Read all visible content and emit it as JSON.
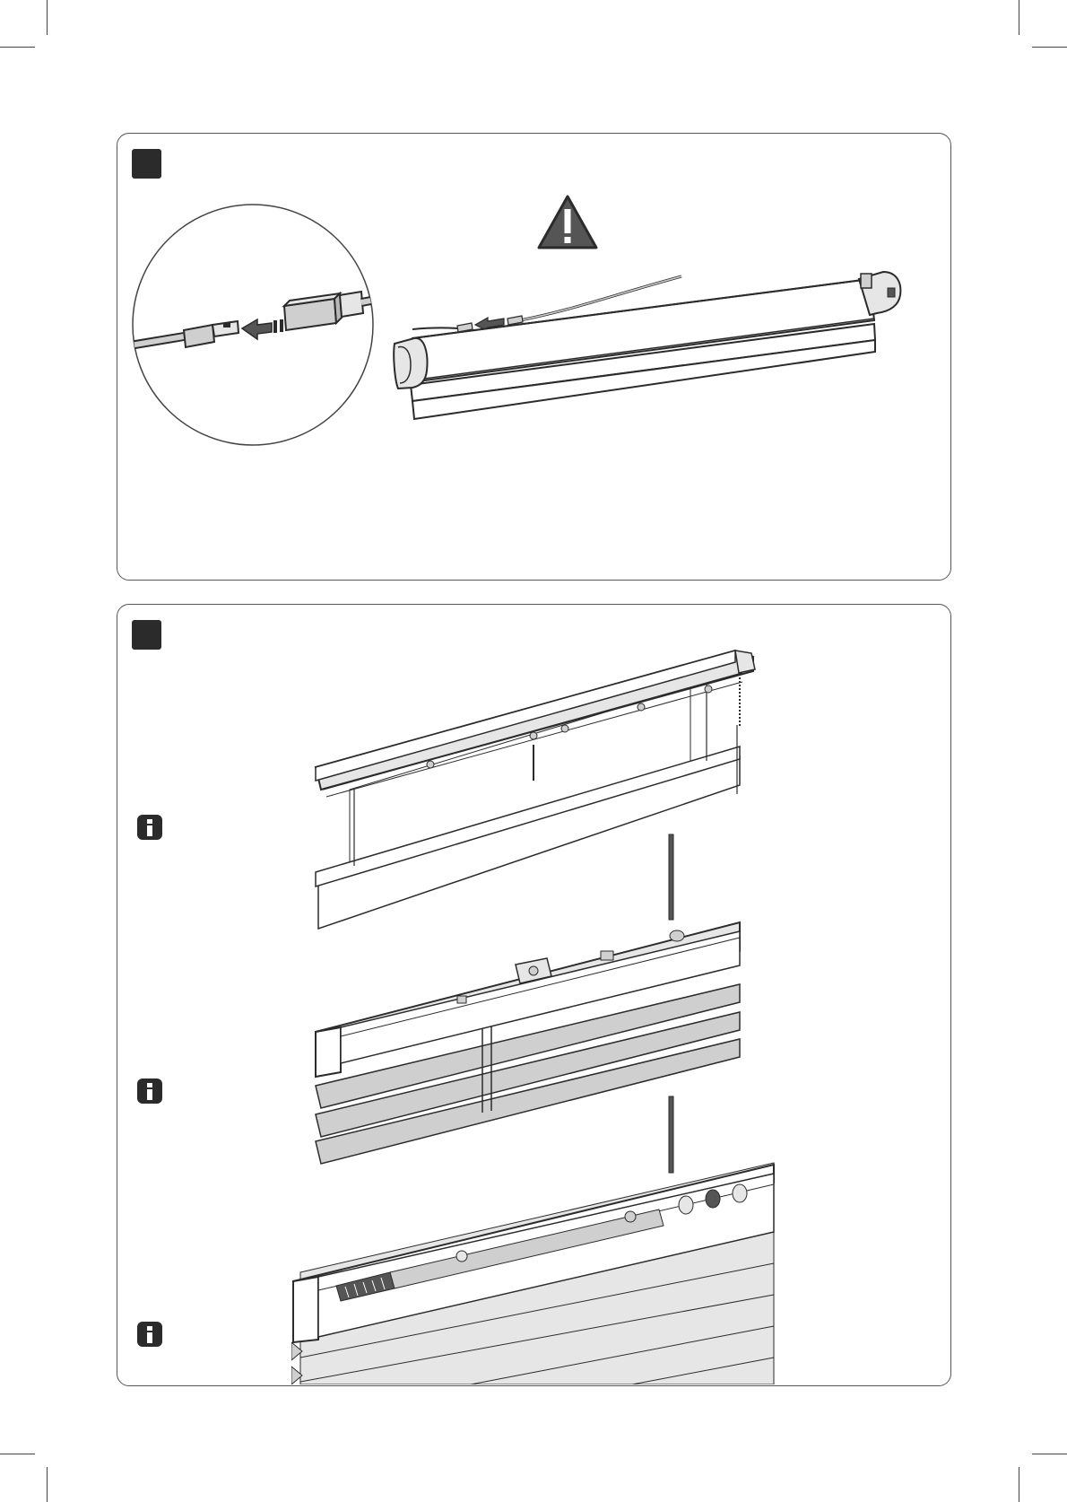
{
  "colors": {
    "line": "#2b2b2b",
    "fill_light": "#e6e6e6",
    "fill_mid": "#cfcfcf",
    "warning_fill": "#555555",
    "marker": "#2b2b2b"
  },
  "icons": {
    "warning": "warning-triangle-icon",
    "info": "info-icon",
    "arrow": "arrow-left-icon"
  },
  "panels": [
    {
      "name": "step-panel-1"
    },
    {
      "name": "step-panel-2",
      "info_icons": 3
    }
  ]
}
